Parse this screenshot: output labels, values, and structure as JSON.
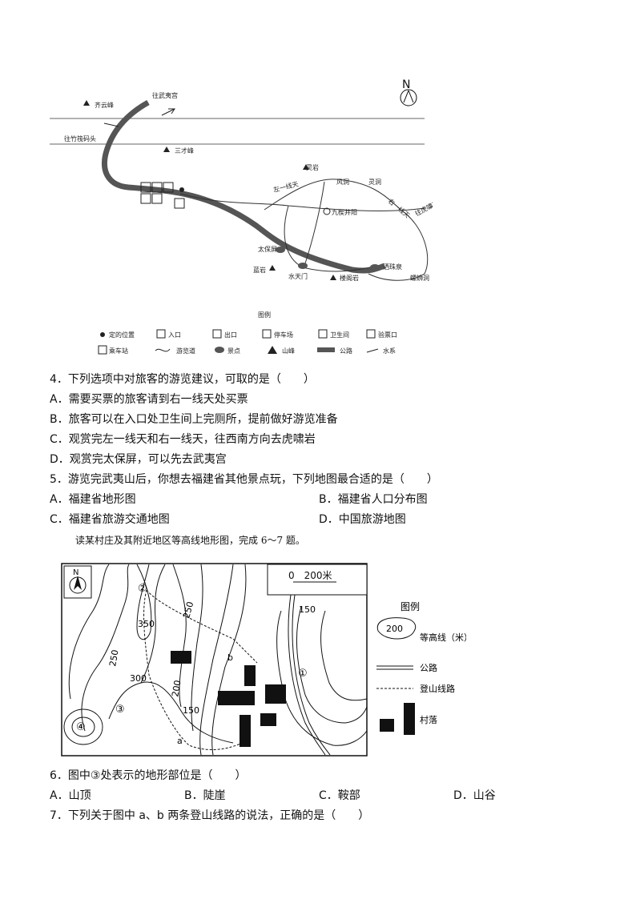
{
  "map1": {
    "north": "N",
    "places": {
      "qiyunfeng": "齐云峰",
      "to_wuyi": "往武夷宫",
      "to_zhufa": "往竹筏码头",
      "sancaifeng": "三才峰",
      "lingyan": "灵岩",
      "wuyandong": "风洞",
      "lingdong": "灵洞",
      "zuoyixiantian": "左一线天",
      "jiubeijing": "九楔井阳",
      "youyixiantian": "右一线天",
      "to_huxiao": "往虎啸岩",
      "taibaoping": "太保屏",
      "lanyan": "蓝岩",
      "shuitianmen": "水天门",
      "loukeyan": "楼阁岩",
      "shuizhuquan": "洒珠泉",
      "luoshidong": "螺蛳洞"
    },
    "legend": {
      "title": "图例",
      "items": [
        "定的位置",
        "入口",
        "出口",
        "停车场",
        "卫生间",
        "验票口",
        "乘车站",
        "游览道",
        "景点",
        "山峰",
        "公路",
        "水系"
      ]
    }
  },
  "q4": {
    "stem": "4．下列选项中对旅客的游览建议，可取的是（　　）",
    "A": "A．需要买票的旅客请到右一线天处买票",
    "B": "B．旅客可以在入口处卫生间上完厕所，提前做好游览准备",
    "C": "C．观赏完左一线天和右一线天，往西南方向去虎啸岩",
    "D": "D．观赏完太保屏，可以先去武夷宫"
  },
  "q5": {
    "stem": "5．游览完武夷山后，你想去福建省其他景点玩，下列地图最合适的是（　　）",
    "A": "A．福建省地形图",
    "B": "B．福建省人口分布图",
    "C": "C．福建省旅游交通地图",
    "D": "D．中国旅游地图"
  },
  "intro": "读某村庄及其附近地区等高线地形图，完成 6～7 题。",
  "map2": {
    "north": "N",
    "scale": "0　200米",
    "contours": [
      "350",
      "250",
      "250",
      "300",
      "200",
      "150",
      "150"
    ],
    "markers": [
      "①",
      "②",
      "③",
      "④"
    ],
    "routes": [
      "a",
      "b"
    ],
    "legend": {
      "title": "图例",
      "contour_sample": "200",
      "contour": "等高线（米）",
      "road": "公路",
      "trail": "登山线路",
      "village": "村落"
    }
  },
  "q6": {
    "stem": "6．图中③处表示的地形部位是（　　）",
    "A": "A．山顶",
    "B": "B．陡崖",
    "C": "C．鞍部",
    "D": "D．山谷"
  },
  "q7": {
    "stem": "7．下列关于图中 a、b 两条登山线路的说法，正确的是（　　）"
  }
}
